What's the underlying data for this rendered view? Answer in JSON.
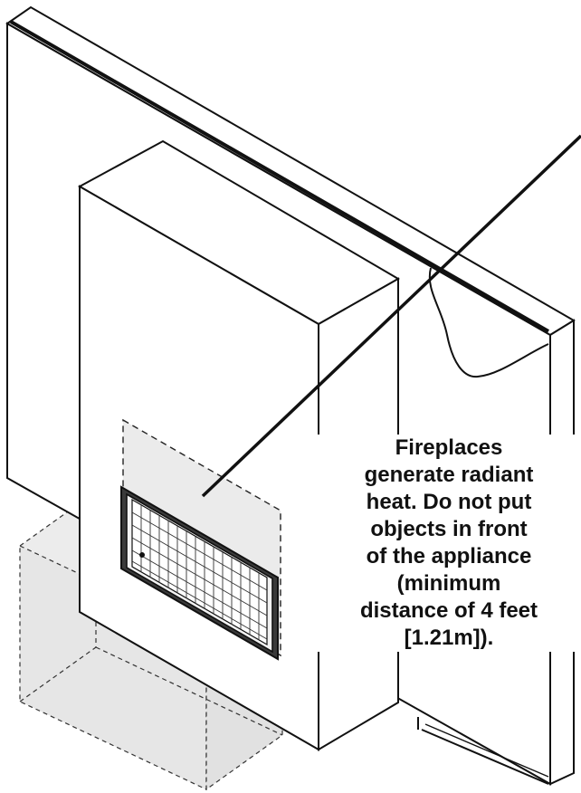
{
  "callout": {
    "lines": [
      "Fireplaces",
      "generate radiant",
      "heat. Do not put",
      "objects in front",
      "of the appliance",
      "(minimum",
      "distance of 4 feet",
      "[1.21m])."
    ]
  },
  "colors": {
    "stroke": "#111111",
    "shaded_zone": "#e9e9e9",
    "background": "#ffffff"
  }
}
